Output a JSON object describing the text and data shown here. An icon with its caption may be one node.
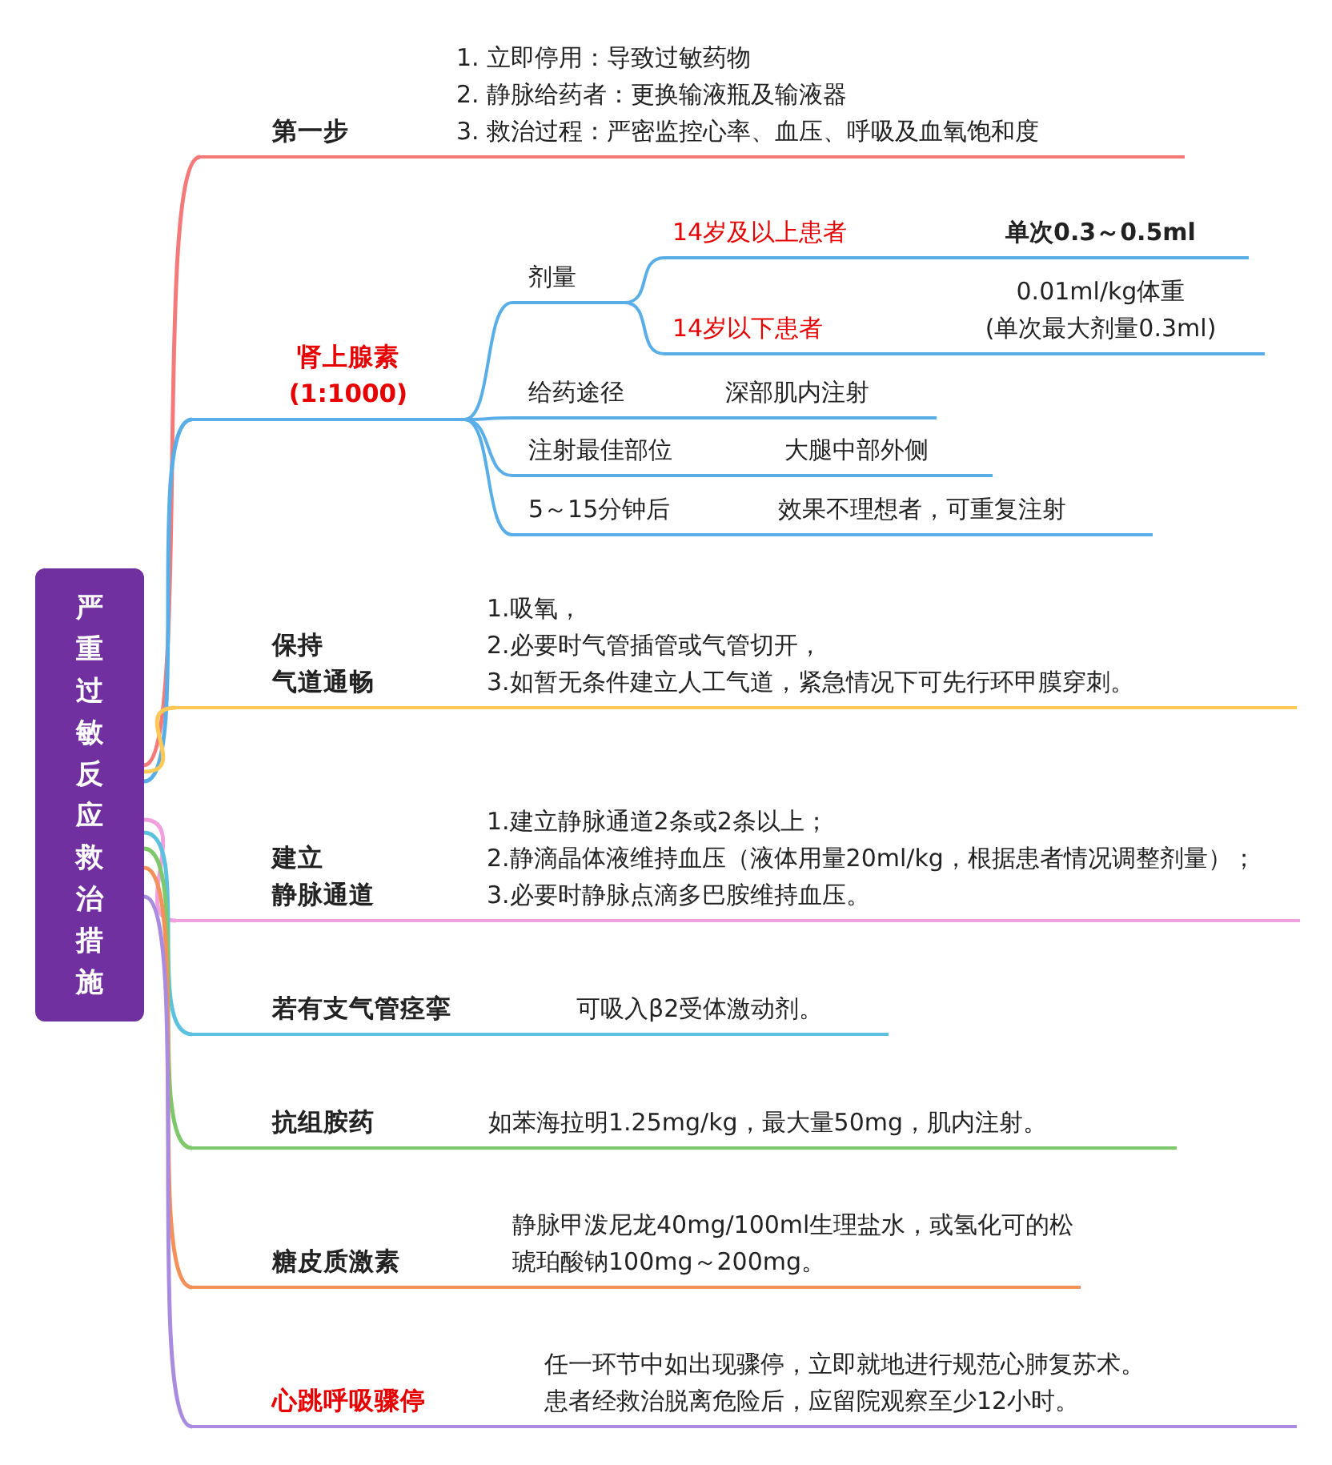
{
  "diagram": {
    "nodes": [
      {
        "text": [
          "严重过敏反应救治措施"
        ]
      },
      {
        "text": [
          "第一步"
        ]
      },
      {
        "text": [
          "1. 立即停用：导致过敏药物",
          "2. 静脉给药者：更换输液瓶及输液器",
          "3. 救治过程：严密监控心率、血压、呼吸及血氧饱和度"
        ]
      },
      {
        "text": [
          "肾上腺素",
          "(1:1000)"
        ]
      },
      {
        "text": [
          "剂量"
        ]
      },
      {
        "text": [
          "14岁及以上患者"
        ]
      },
      {
        "text": [
          "单次0.3～0.5ml"
        ]
      },
      {
        "text": [
          "14岁以下患者"
        ]
      },
      {
        "text": [
          "0.01ml/kg体重",
          "(单次最大剂量0.3ml)"
        ]
      },
      {
        "text": [
          "给药途径"
        ]
      },
      {
        "text": [
          "深部肌内注射"
        ]
      },
      {
        "text": [
          "注射最佳部位"
        ]
      },
      {
        "text": [
          "大腿中部外侧"
        ]
      },
      {
        "text": [
          "5～15分钟后"
        ]
      },
      {
        "text": [
          "效果不理想者，可重复注射"
        ]
      },
      {
        "text": [
          "保持",
          "气道通畅"
        ]
      },
      {
        "text": [
          "1.吸氧，",
          "2.必要时气管插管或气管切开，",
          "3.如暂无条件建立人工气道，紧急情况下可先行环甲膜穿刺。"
        ]
      },
      {
        "text": [
          "建立",
          "静脉通道"
        ]
      },
      {
        "text": [
          "1.建立静脉通道2条或2条以上；",
          "2.静滴晶体液维持血压（液体用量20ml/kg，根据患者情况调整剂量）；",
          "3.必要时静脉点滴多巴胺维持血压。"
        ]
      },
      {
        "text": [
          "若有支气管痉挛"
        ]
      },
      {
        "text": [
          "可吸入β2受体激动剂。"
        ]
      },
      {
        "text": [
          "抗组胺药"
        ]
      },
      {
        "text": [
          "如苯海拉明1.25mg/kg，最大量50mg，肌内注射。"
        ]
      },
      {
        "text": [
          "糖皮质激素"
        ]
      },
      {
        "text": [
          "静脉甲泼尼龙40mg/100ml生理盐水，或氢化可的松琥珀酸钠100mg～200mg。"
        ]
      },
      {
        "text": [
          "心跳呼吸骤停"
        ]
      },
      {
        "text": [
          "任一环节中如出现骤停，立即就地进行规范心肺复苏术。",
          "患者经救治脱离危险后，应留院观察至少12小时。"
        ]
      }
    ],
    "edges": [
      {
        "from": 0,
        "to": 1,
        "arrow": "none",
        "color": "#f47a7a"
      },
      {
        "from": 1,
        "to": 2,
        "arrow": "none",
        "color": "#f47a7a"
      },
      {
        "from": 0,
        "to": 3,
        "arrow": "none",
        "color": "#5aaee8"
      },
      {
        "from": 3,
        "to": 4,
        "arrow": "none",
        "color": "#5aaee8"
      },
      {
        "from": 4,
        "to": 5,
        "arrow": "none",
        "color": "#5aaee8"
      },
      {
        "from": 5,
        "to": 6,
        "arrow": "none",
        "color": "#5aaee8"
      },
      {
        "from": 4,
        "to": 7,
        "arrow": "none",
        "color": "#5aaee8"
      },
      {
        "from": 7,
        "to": 8,
        "arrow": "none",
        "color": "#5aaee8"
      },
      {
        "from": 3,
        "to": 9,
        "arrow": "none",
        "color": "#5aaee8"
      },
      {
        "from": 9,
        "to": 10,
        "arrow": "none",
        "color": "#5aaee8"
      },
      {
        "from": 3,
        "to": 11,
        "arrow": "none",
        "color": "#5aaee8"
      },
      {
        "from": 11,
        "to": 12,
        "arrow": "none",
        "color": "#5aaee8"
      },
      {
        "from": 3,
        "to": 13,
        "arrow": "none",
        "color": "#5aaee8"
      },
      {
        "from": 13,
        "to": 14,
        "arrow": "none",
        "color": "#5aaee8"
      },
      {
        "from": 0,
        "to": 15,
        "arrow": "none",
        "color": "#ffc857"
      },
      {
        "from": 15,
        "to": 16,
        "arrow": "none",
        "color": "#ffc857"
      },
      {
        "from": 0,
        "to": 17,
        "arrow": "none",
        "color": "#f0a0dc"
      },
      {
        "from": 17,
        "to": 18,
        "arrow": "none",
        "color": "#f0a0dc"
      },
      {
        "from": 0,
        "to": 19,
        "arrow": "none",
        "color": "#5cc0e0"
      },
      {
        "from": 19,
        "to": 20,
        "arrow": "none",
        "color": "#5cc0e0"
      },
      {
        "from": 0,
        "to": 21,
        "arrow": "none",
        "color": "#7cc86a"
      },
      {
        "from": 21,
        "to": 22,
        "arrow": "none",
        "color": "#7cc86a"
      },
      {
        "from": 0,
        "to": 23,
        "arrow": "none",
        "color": "#f4915a"
      },
      {
        "from": 23,
        "to": 24,
        "arrow": "none",
        "color": "#f4915a"
      },
      {
        "from": 0,
        "to": 25,
        "arrow": "none",
        "color": "#a98be0"
      },
      {
        "from": 25,
        "to": 26,
        "arrow": "none",
        "color": "#a98be0"
      }
    ]
  }
}
